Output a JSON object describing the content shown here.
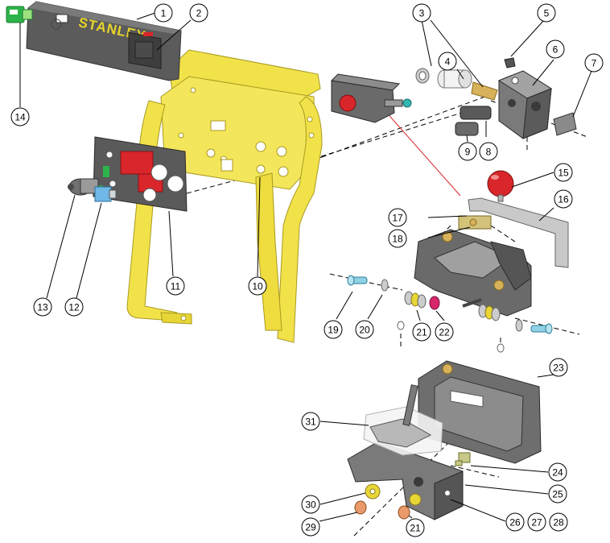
{
  "brand": {
    "text": "STANLEY"
  },
  "colors": {
    "frame": "#f2e24a",
    "frame_edge": "#a89a20",
    "metal": "#8c8c8c",
    "metal_dark": "#5a5a5a",
    "red_knob": "#d8262a",
    "green": "#2db34a",
    "brass": "#d7b25a"
  },
  "callouts": [
    {
      "id": "1",
      "label": "1"
    },
    {
      "id": "2",
      "label": "2"
    },
    {
      "id": "3",
      "label": "3"
    },
    {
      "id": "4",
      "label": "4"
    },
    {
      "id": "5",
      "label": "5"
    },
    {
      "id": "6",
      "label": "6"
    },
    {
      "id": "7",
      "label": "7"
    },
    {
      "id": "8",
      "label": "8"
    },
    {
      "id": "9",
      "label": "9"
    },
    {
      "id": "10",
      "label": "10"
    },
    {
      "id": "11",
      "label": "11"
    },
    {
      "id": "12",
      "label": "12"
    },
    {
      "id": "13",
      "label": "13"
    },
    {
      "id": "14",
      "label": "14"
    },
    {
      "id": "15",
      "label": "15"
    },
    {
      "id": "16",
      "label": "16"
    },
    {
      "id": "17",
      "label": "17"
    },
    {
      "id": "18",
      "label": "18"
    },
    {
      "id": "19",
      "label": "19"
    },
    {
      "id": "20",
      "label": "20"
    },
    {
      "id": "21",
      "label": "21"
    },
    {
      "id": "22",
      "label": "22"
    },
    {
      "id": "23",
      "label": "23"
    },
    {
      "id": "24",
      "label": "24"
    },
    {
      "id": "25",
      "label": "25"
    },
    {
      "id": "26",
      "label": "26"
    },
    {
      "id": "27",
      "label": "27"
    },
    {
      "id": "28",
      "label": "28"
    },
    {
      "id": "29",
      "label": "29"
    },
    {
      "id": "30",
      "label": "30"
    },
    {
      "id": "21b",
      "label": "21"
    },
    {
      "id": "31",
      "label": "31"
    }
  ]
}
